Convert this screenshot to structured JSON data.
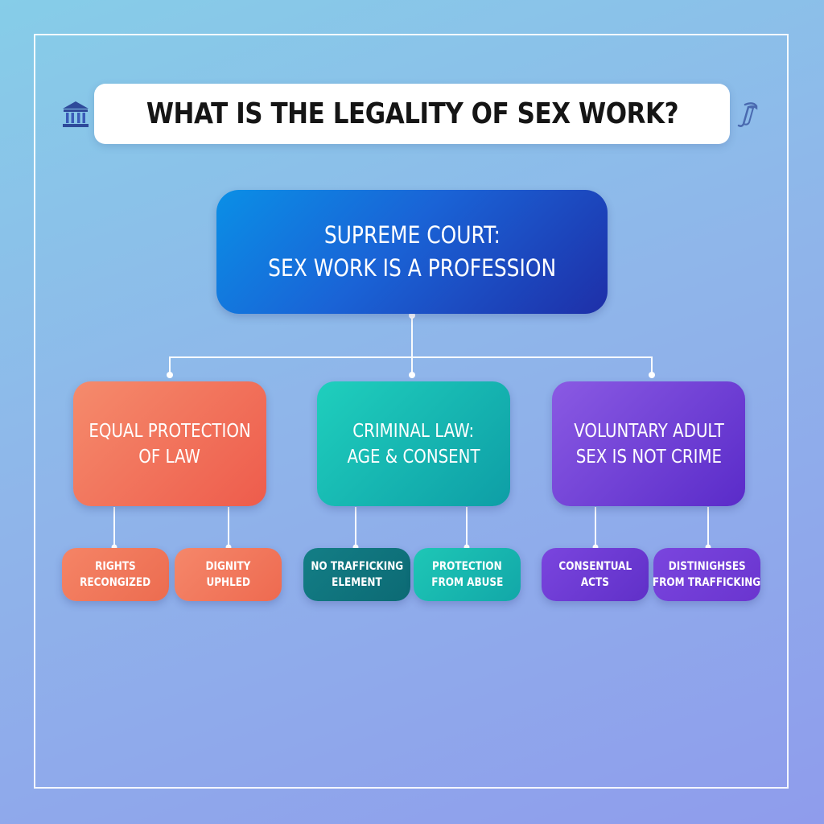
{
  "title": {
    "text": "WHAT IS THE LEGALITY OF SEX WORK?",
    "left_icon": "courthouse-icon",
    "right_icon": "scroll-icon"
  },
  "root": {
    "line1": "SUPREME COURT:",
    "line2": "SEX WORK IS A PROFESSION"
  },
  "branches": [
    {
      "line1": "EQUAL PROTECTION",
      "line2": "OF LAW",
      "leaves": [
        {
          "line1": "RIGHTS",
          "line2": "RECONGIZED"
        },
        {
          "line1": "DIGNITY",
          "line2": "UPHLED"
        }
      ]
    },
    {
      "line1": "CRIMINAL LAW:",
      "line2": "AGE & CONSENT",
      "leaves": [
        {
          "line1": "NO TRAFFICKING",
          "line2": "ELEMENT"
        },
        {
          "line1": "PROTECTION",
          "line2": "FROM ABUSE"
        }
      ]
    },
    {
      "line1": "VOLUNTARY ADULT",
      "line2": "SEX IS NOT CRIME",
      "leaves": [
        {
          "line1": "CONSENTUAL",
          "line2": "ACTS"
        },
        {
          "line1": "DISTINIGHSES",
          "line2": "FROM TRAFFICKING"
        }
      ]
    }
  ],
  "colors": {
    "branch_1": "#ee5c4c",
    "branch_2": "#0e9ea6",
    "branch_3": "#5a2bc9",
    "root": "#1a63d6"
  }
}
